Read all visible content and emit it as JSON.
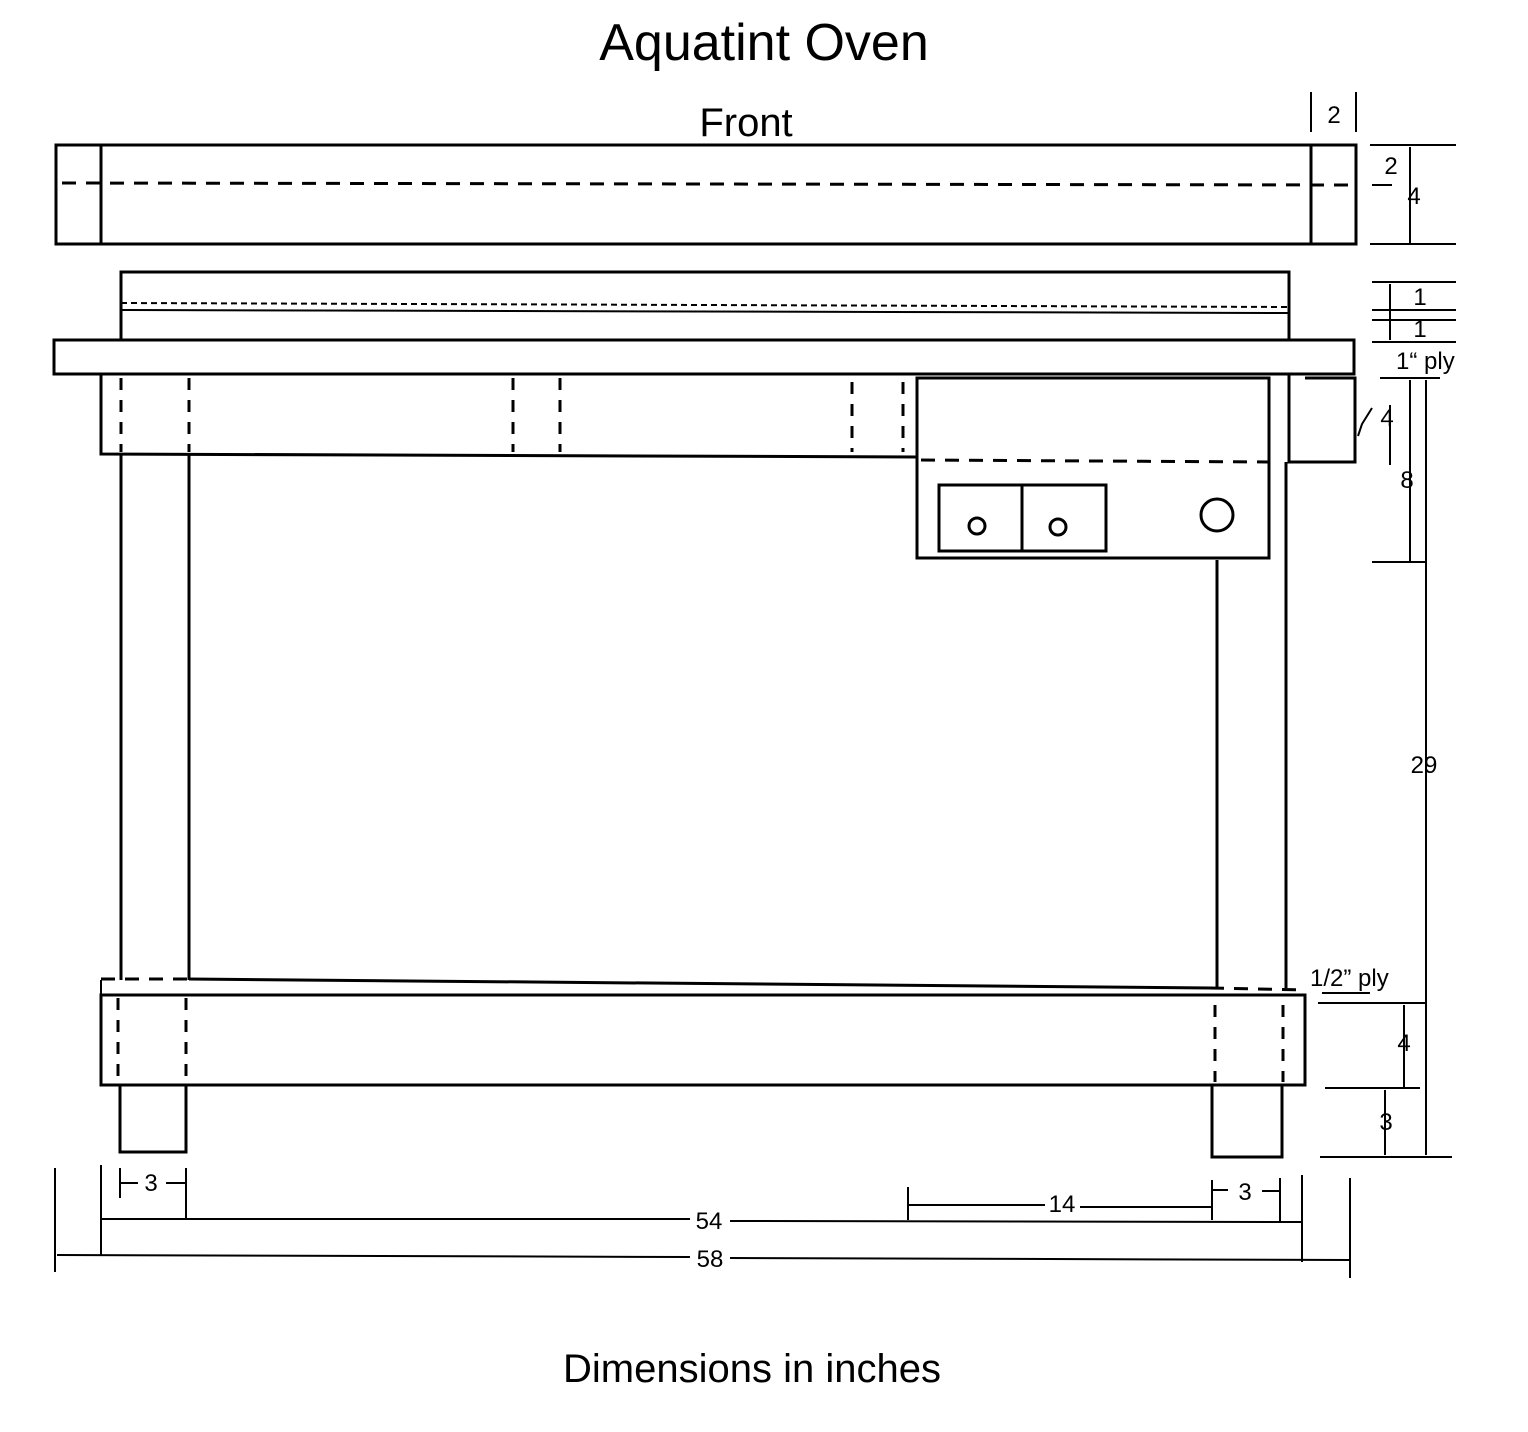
{
  "title": "Aquatint Oven",
  "view_label": "Front",
  "caption": "Dimensions in inches",
  "dimensions": {
    "top_rail_end_width": "2",
    "top_rail_center": "2",
    "top_rail_height": "4",
    "top_strip_1": "1",
    "top_strip_2": "1",
    "top_ply": "1“ ply",
    "apron_height": "4",
    "box_height": "8",
    "leg_height": "29",
    "bottom_ply": "1/2” ply",
    "bottom_rail_height": "4",
    "foot_height": "3",
    "left_leg_width": "3",
    "right_leg_width": "3",
    "box_offset": "14",
    "inner_width": "54",
    "overall_width": "58"
  }
}
